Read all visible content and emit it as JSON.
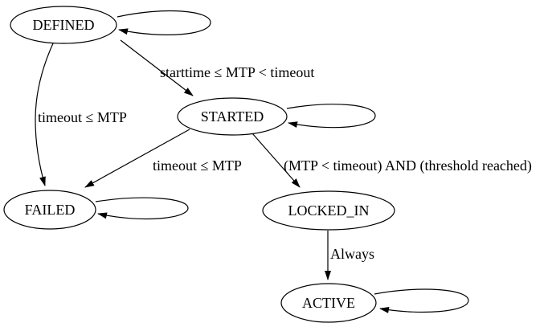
{
  "diagram": {
    "type": "state-machine",
    "colors": {
      "background": "#ffffff",
      "node_fill": "#ffffff",
      "stroke": "#000000",
      "text": "#000000"
    },
    "nodes": [
      {
        "id": "DEFINED",
        "label": "DEFINED",
        "self_loop": true
      },
      {
        "id": "STARTED",
        "label": "STARTED",
        "self_loop": true
      },
      {
        "id": "FAILED",
        "label": "FAILED",
        "self_loop": true
      },
      {
        "id": "LOCKED_IN",
        "label": "LOCKED_IN",
        "self_loop": false
      },
      {
        "id": "ACTIVE",
        "label": "ACTIVE",
        "self_loop": true
      }
    ],
    "edges": [
      {
        "from": "DEFINED",
        "to": "STARTED",
        "label": "starttime ≤ MTP < timeout"
      },
      {
        "from": "DEFINED",
        "to": "FAILED",
        "label": "timeout ≤ MTP"
      },
      {
        "from": "STARTED",
        "to": "FAILED",
        "label": "timeout ≤ MTP"
      },
      {
        "from": "STARTED",
        "to": "LOCKED_IN",
        "label": "(MTP < timeout) AND (threshold reached)"
      },
      {
        "from": "LOCKED_IN",
        "to": "ACTIVE",
        "label": "Always"
      }
    ],
    "self_loops": [
      "DEFINED",
      "STARTED",
      "FAILED",
      "ACTIVE"
    ]
  }
}
